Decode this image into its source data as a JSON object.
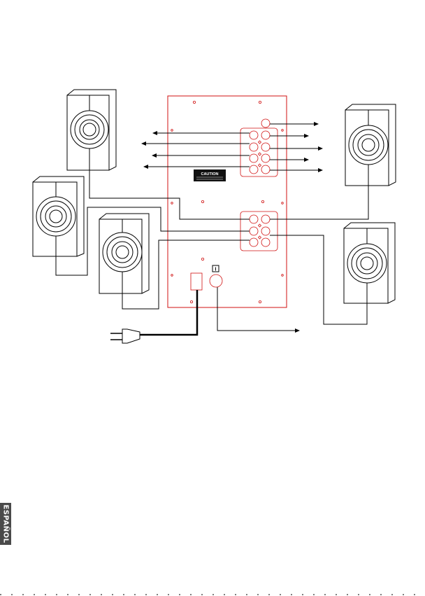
{
  "page": {
    "language_tab": "ESPAÑOL"
  },
  "subwoofer_panel": {
    "caution_title": "CAUTION",
    "power_switch_label": "I"
  },
  "colors": {
    "panel_outline": "#d01010",
    "line": "#000000",
    "tab_background": "#4a4a4a"
  },
  "icons": {
    "speaker": "speaker-icon",
    "plug": "power-plug-icon",
    "arrow": "arrow-icon"
  }
}
